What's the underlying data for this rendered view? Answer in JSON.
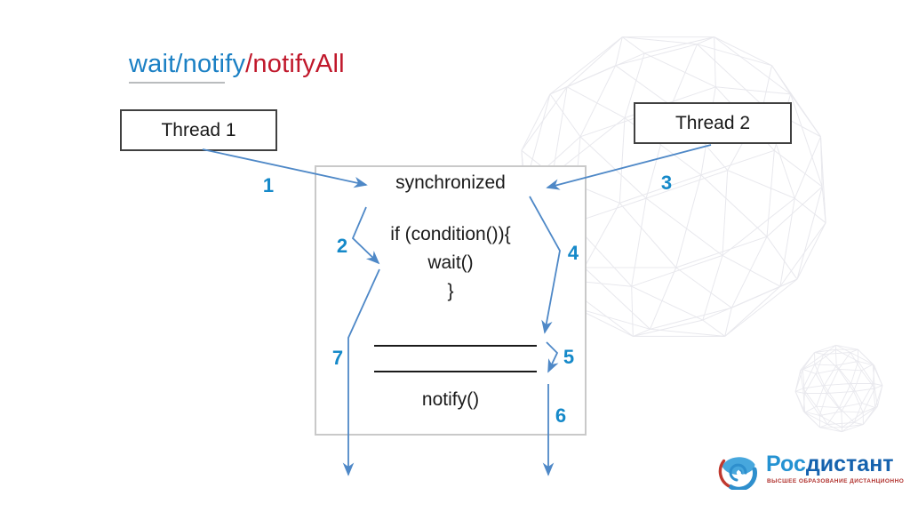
{
  "title": {
    "primary": "wait/notify",
    "secondary": "/notifyAll"
  },
  "nodes": {
    "thread1": "Thread 1",
    "thread2": "Thread 2"
  },
  "monitor": {
    "keyword": "synchronized",
    "condition_open": "if (condition()){",
    "wait_call": "wait()",
    "condition_close": "}",
    "notify_call": "notify()"
  },
  "steps": [
    "1",
    "2",
    "3",
    "4",
    "5",
    "6",
    "7"
  ],
  "logo": {
    "brand_part1": "Рос",
    "brand_part2": "дистант",
    "tagline": "ВЫСШЕЕ ОБРАЗОВАНИЕ ДИСТАНЦИОННО"
  },
  "colors": {
    "title_blue": "#1b80c4",
    "title_red": "#c0182b",
    "step_blue": "#1589c9",
    "arrow_blue": "#4e88c7",
    "thread_border": "#404040",
    "monitor_border": "#c9c9c9",
    "sphere_wire": "#e8e8ed",
    "logo_blue_light": "#2492d2",
    "logo_blue_dark": "#1562ae",
    "logo_tagline_red": "#b0302c"
  }
}
